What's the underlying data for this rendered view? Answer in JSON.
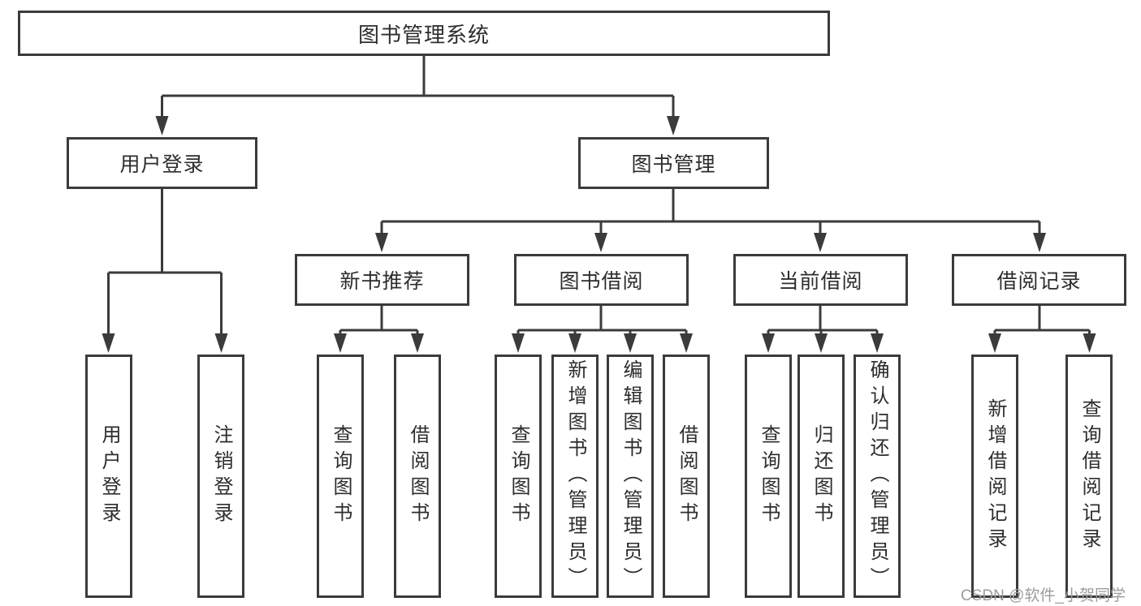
{
  "diagram": {
    "title": "图书管理系统",
    "level2": {
      "user_login": "用户登录",
      "book_mgmt": "图书管理"
    },
    "level3": {
      "new_books": "新书推荐",
      "book_borrow": "图书借阅",
      "current_borrow": "当前借阅",
      "borrow_records": "借阅记录"
    },
    "leaves": {
      "user_login": [
        "用户登录",
        "注销登录"
      ],
      "new_books": [
        "查询图书",
        "借阅图书"
      ],
      "book_borrow": [
        "查询图书",
        "新增图书（管理员）",
        "编辑图书（管理员）",
        "借阅图书"
      ],
      "current_borrow": [
        "查询图书",
        "归还图书",
        "确认归还（管理员）"
      ],
      "borrow_records": [
        "新增借阅记录",
        "查询借阅记录"
      ]
    }
  },
  "colors": {
    "line": "#3b3b3b",
    "box-fill": "#ffffff",
    "text": "#2d2d2d",
    "watermark": "#9c9c9c"
  },
  "watermark": "CSDN @软件_小贺同学"
}
